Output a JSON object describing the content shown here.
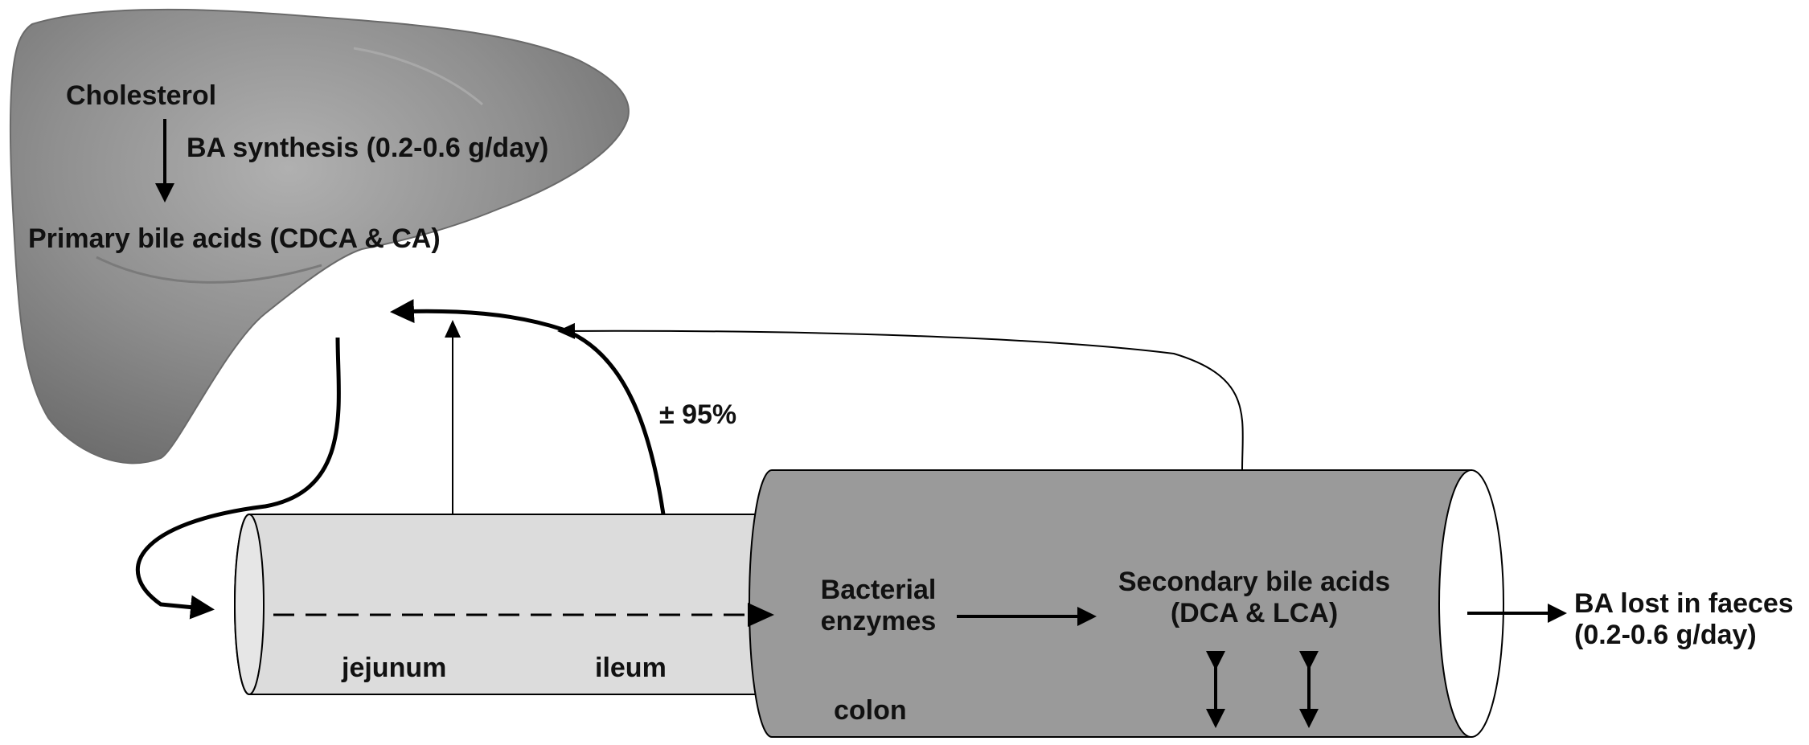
{
  "liver": {
    "cholesterol": "Cholesterol",
    "synthesis": "BA synthesis (0.2-0.6 g/day)",
    "primary": "Primary bile acids (CDCA & CA)"
  },
  "recirculation": {
    "percent": "± 95%"
  },
  "intestine": {
    "jejunum": "jejunum",
    "ileum": "ileum",
    "colon": "colon",
    "bacterial_line1": "Bacterial",
    "bacterial_line2": "enzymes",
    "secondary_line1": "Secondary bile acids",
    "secondary_line2": "(DCA & LCA)"
  },
  "output": {
    "lost_line1": "BA lost in faeces",
    "lost_line2": "(0.2-0.6 g/day)"
  },
  "colors": {
    "liver": "#8a8a8a",
    "small_intestine": "#dcdcdc",
    "colon": "#9a9a9a",
    "stroke": "#000000"
  }
}
